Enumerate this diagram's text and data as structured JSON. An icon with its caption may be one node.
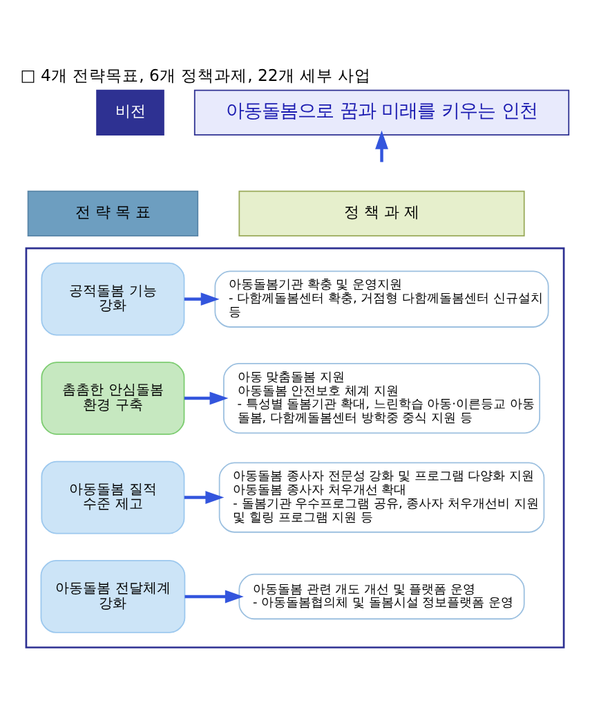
{
  "diagram": {
    "title": "□ 4개 전략목표, 6개 정책과제, 22개 세부 사업",
    "nodes": [
      {
        "text": [
          "비전"
        ]
      },
      {
        "text": [
          "아동돌봄으로 꿈과 미래를 키우는 인천"
        ]
      },
      {
        "text": [
          "전 략 목 표"
        ]
      },
      {
        "text": [
          "정 책 과 제"
        ]
      },
      {
        "text": [],
        "shape": "box"
      },
      {
        "text": [
          "공적돌봄 기능 강화"
        ],
        "in": 4
      },
      {
        "text": [
          "아동돌봄기관 확충 및 운영지원",
          "- 다함께돌봄센터 확충, 거점형 다함께돌봄센터 신규설치 등"
        ],
        "in": 4
      },
      {
        "text": [
          "촘촘한 안심돌봄 환경 구축"
        ],
        "in": 4
      },
      {
        "text": [
          "아동 맞춤돌봄 지원",
          "아동돌봄 안전보호 체계 지원",
          "- 특성별 돌봄기관 확대, 느린학습 아동·이른등교 아동 돌봄, 다함께돌봄센터 방학중 중식 지원 등"
        ],
        "in": 4
      },
      {
        "text": [
          "아동돌봄 질적 수준 제고"
        ],
        "in": 4
      },
      {
        "text": [
          "아동돌봄 종사자 전문성 강화 및 프로그램 다양화 지원",
          "아동돌봄 종사자 처우개선 확대",
          "- 돌봄기관 우수프로그램 공유, 종사자 처우개선비 지원 및 힐링 프로그램 지원 등"
        ],
        "in": 4
      },
      {
        "text": [
          "아동돌봄 전달체계 강화"
        ],
        "in": 4
      },
      {
        "text": [
          "아동돌봄 관련 개도 개선 및 플랫폼 운영",
          "- 아동돌봄협의체 및 돌봄시설 정보플랫폼 운영"
        ],
        "in": 4
      }
    ],
    "edges": [
      {
        "from": null,
        "to": 1,
        "arrow": "to"
      },
      {
        "from": 5,
        "to": 6,
        "arrow": "to"
      },
      {
        "from": 7,
        "to": 8,
        "arrow": "to"
      },
      {
        "from": 9,
        "to": 10,
        "arrow": "to"
      },
      {
        "from": 11,
        "to": 12,
        "arrow": "to"
      }
    ]
  }
}
